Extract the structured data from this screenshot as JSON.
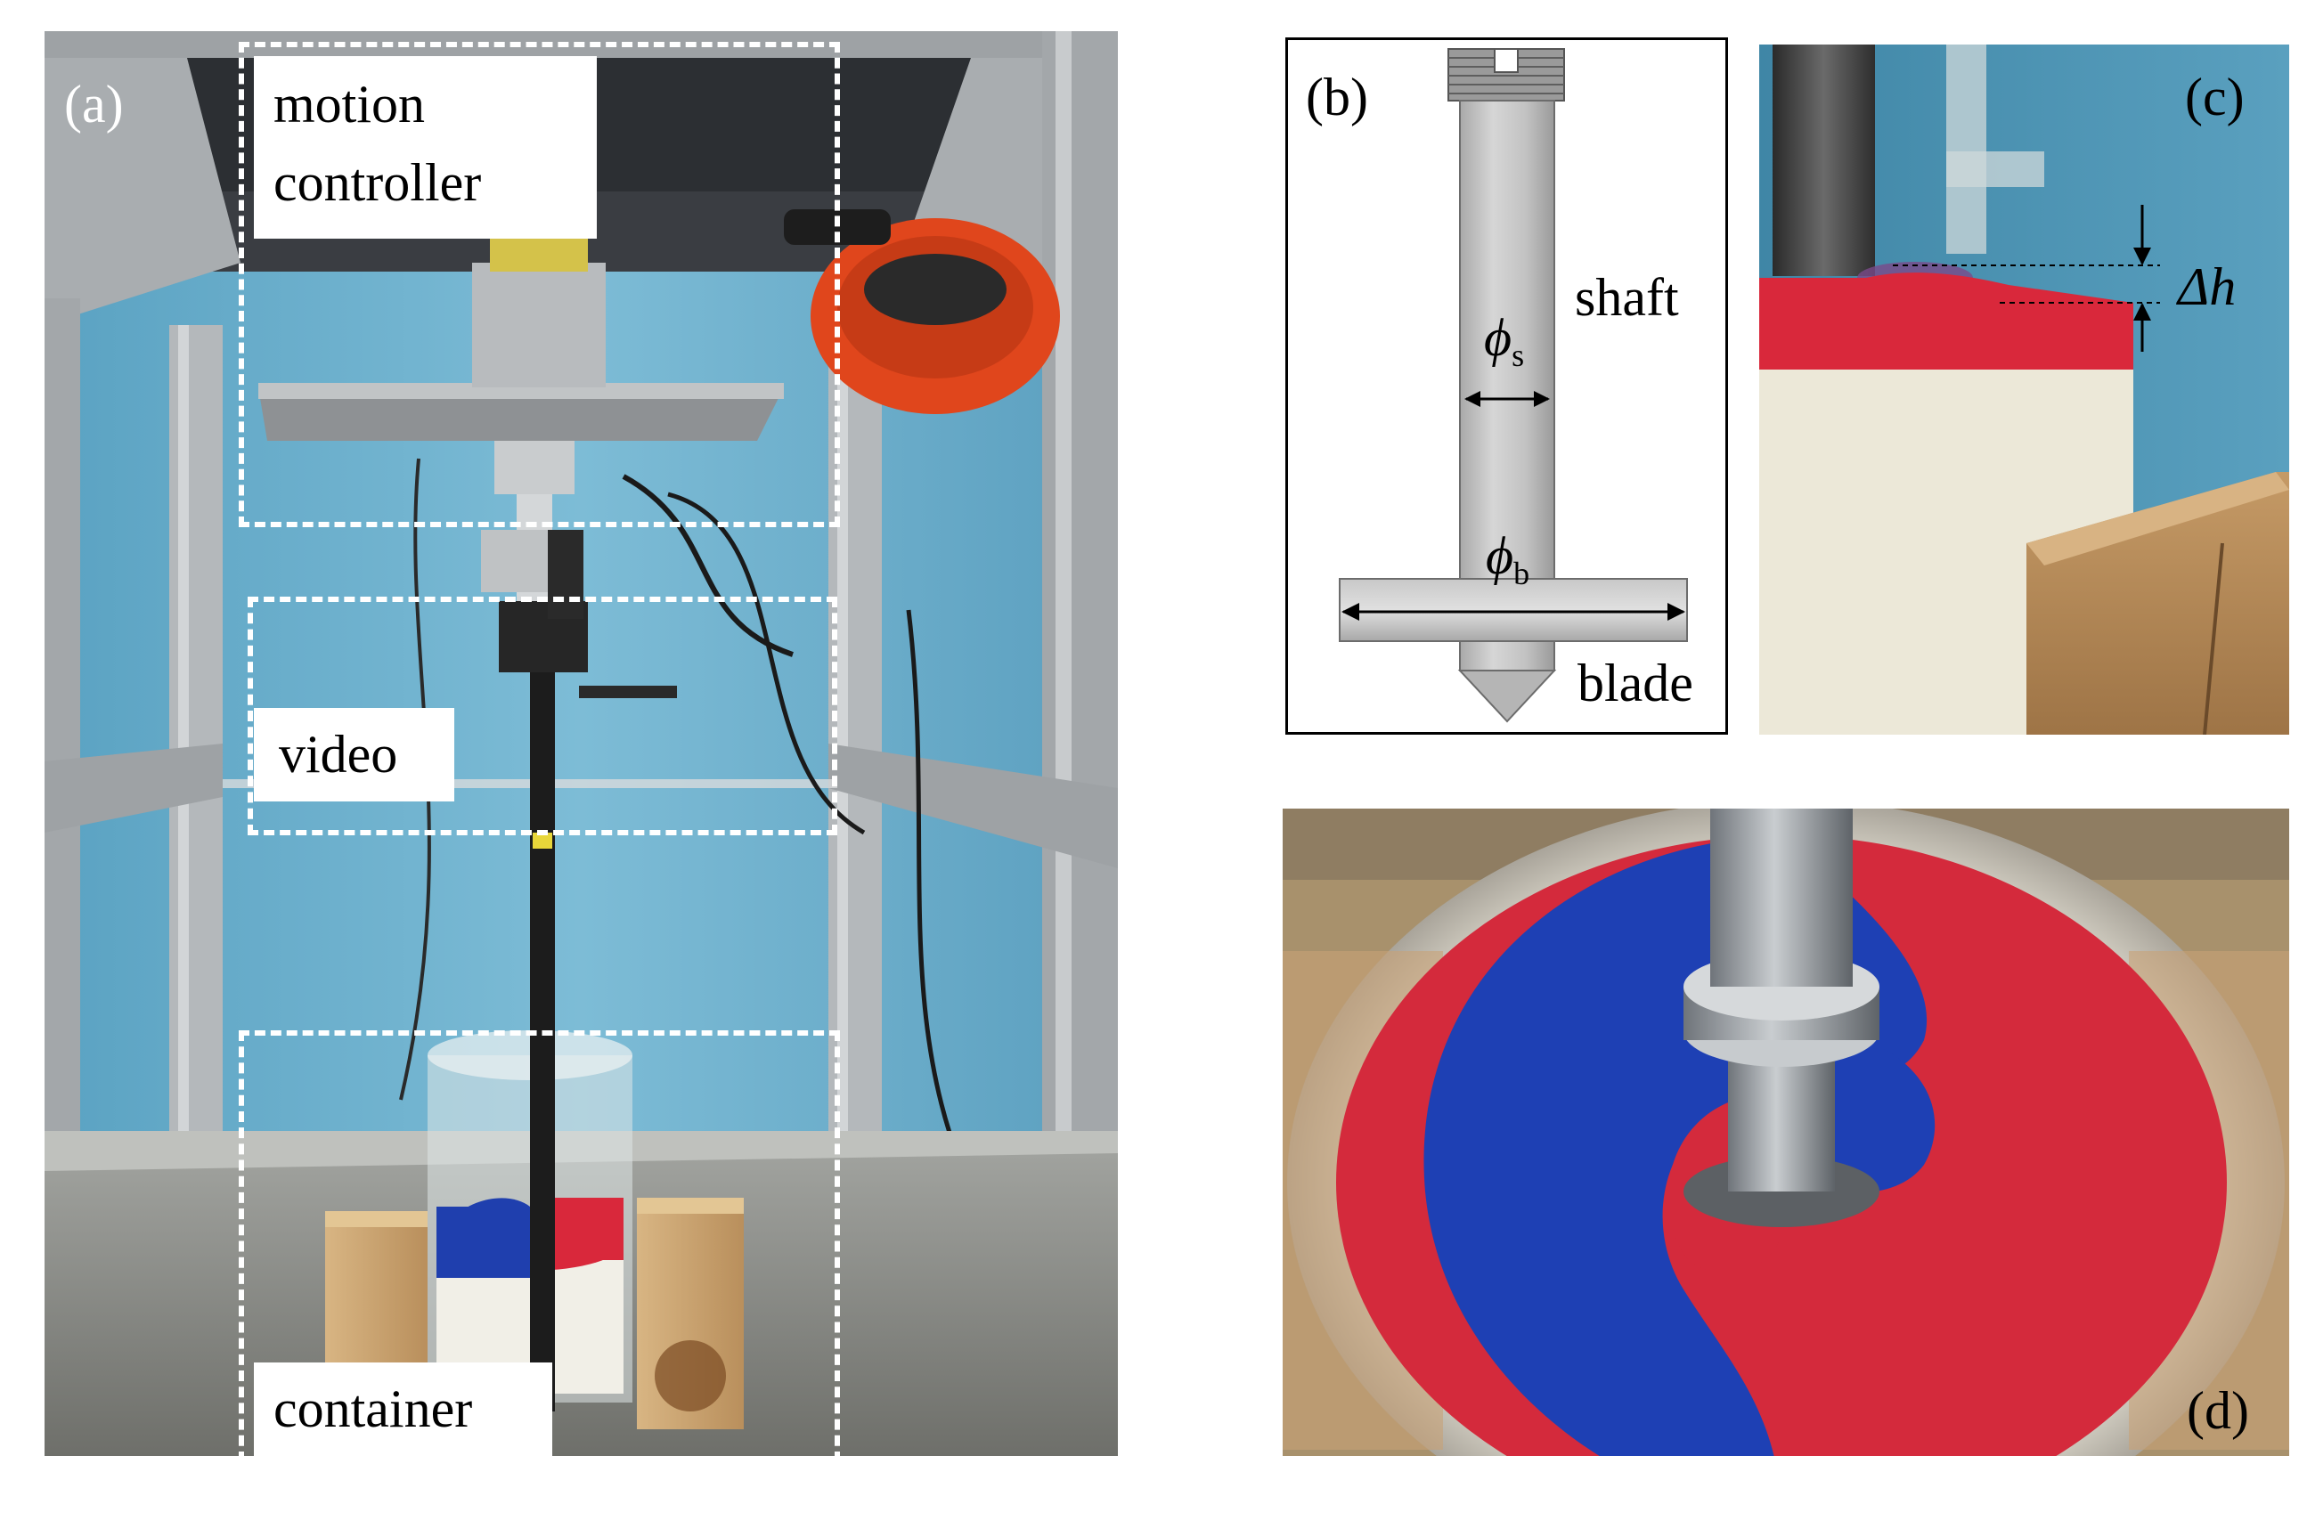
{
  "panel_a": {
    "tag": "(a)",
    "label_motion_line1": "motion",
    "label_motion_line2": "controller",
    "label_video": "video",
    "label_container": "container",
    "colors": {
      "wall": "#6fb3cf",
      "frame": "#b9bcbe",
      "floor": "#8e8f8a",
      "camera_body": "#e0461c",
      "wood": "#c9a472",
      "sand_blue": "#1f3fae",
      "sand_red": "#d9283b"
    }
  },
  "panel_b": {
    "tag": "(b)",
    "label_shaft": "shaft",
    "label_blade": "blade",
    "phi_s": "ϕ",
    "phi_s_sub": "s",
    "phi_b": "ϕ",
    "phi_b_sub": "b"
  },
  "panel_c": {
    "tag": "(c)",
    "delta_h": "Δh",
    "colors": {
      "background": "#4a8fae",
      "red_layer": "#d9283b",
      "white_sand": "#ece8d8",
      "wood": "#b58c5c"
    }
  },
  "panel_d": {
    "tag": "(d)",
    "colors": {
      "blue_sand": "#1e40b4",
      "red_sand": "#d42a3c",
      "rim": "#c9c4b8",
      "wood": "#c8a277"
    }
  }
}
